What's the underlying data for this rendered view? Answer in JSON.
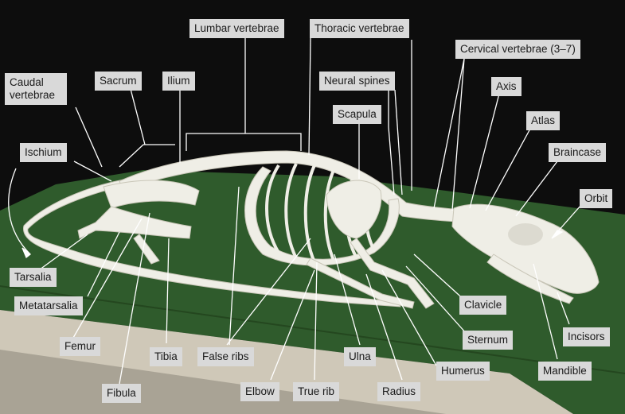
{
  "labels": {
    "lumbar_vertebrae": "Lumbar vertebrae",
    "thoracic_vertebrae": "Thoracic vertebrae",
    "cervical_vertebrae": "Cervical vertebrae (3–7)",
    "caudal_vertebrae": "Caudal vertebrae",
    "sacrum": "Sacrum",
    "ilium": "Ilium",
    "neural_spines": "Neural spines",
    "axis": "Axis",
    "scapula": "Scapula",
    "atlas": "Atlas",
    "ischium": "Ischium",
    "braincase": "Braincase",
    "orbit": "Orbit",
    "tarsalia": "Tarsalia",
    "metatarsalia": "Metatarsalia",
    "clavicle": "Clavicle",
    "sternum": "Sternum",
    "incisors": "Incisors",
    "femur": "Femur",
    "tibia": "Tibia",
    "false_ribs": "False ribs",
    "ulna": "Ulna",
    "humerus": "Humerus",
    "mandible": "Mandible",
    "fibula": "Fibula",
    "elbow": "Elbow",
    "true_rib": "True rib",
    "radius": "Radius"
  },
  "colors": {
    "background": "#0d0d0d",
    "board_green": "#2f5b2c",
    "board_edge": "#cfc8b8",
    "bone": "#efeee6",
    "label_box": "#d9d9d9",
    "leader_line": "#ffffff"
  }
}
